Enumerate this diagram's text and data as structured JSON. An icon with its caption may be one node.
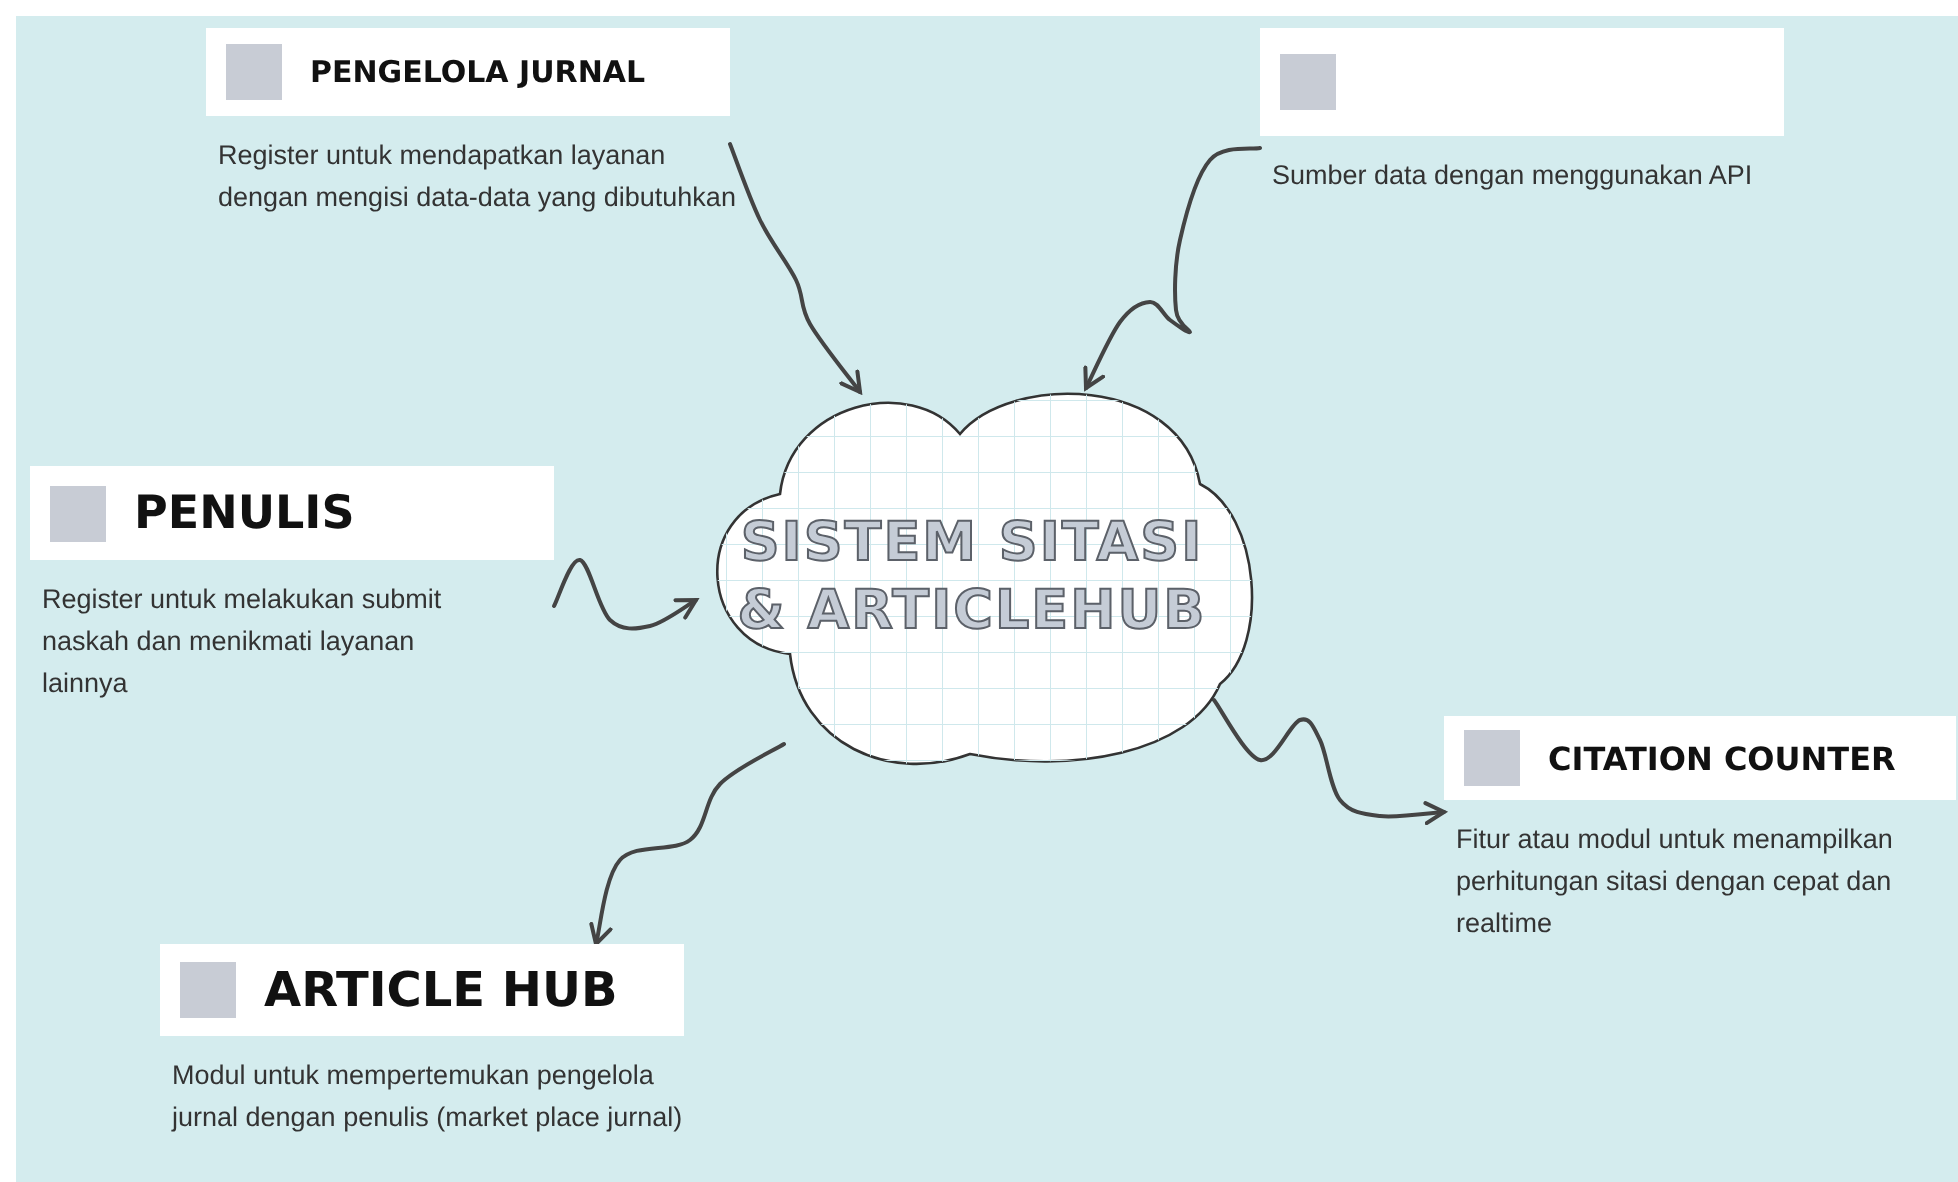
{
  "diagram": {
    "nodes": [
      {
        "text": [
          "PENGELOLA JURNAL",
          "Register untuk mendapatkan layanan dengan mengisi data-data yang dibutuhkan"
        ]
      },
      {
        "text": [
          "Sumber data dengan menggunakan API"
        ]
      },
      {
        "text": [
          "PENULIS",
          "Register untuk melakukan submit naskah dan menikmati layanan lainnya"
        ]
      },
      {
        "text": [
          "SISTEM SITASI & ARTICLEHUB"
        ]
      },
      {
        "text": [
          "CITATION COUNTER",
          "Fitur atau modul untuk menampilkan perhitungan sitasi dengan cepat dan realtime"
        ]
      },
      {
        "text": [
          "ARTICLE HUB",
          "Modul untuk mempertemukan pengelola jurnal dengan penulis (market place jurnal)"
        ]
      }
    ],
    "edges": [
      {
        "from": 0,
        "to": 3,
        "arrow": "to"
      },
      {
        "from": 1,
        "to": 3,
        "arrow": "to"
      },
      {
        "from": 2,
        "to": 3,
        "arrow": "to"
      },
      {
        "from": 3,
        "to": 5,
        "arrow": "to"
      },
      {
        "from": 3,
        "to": 4,
        "arrow": "to"
      }
    ]
  }
}
